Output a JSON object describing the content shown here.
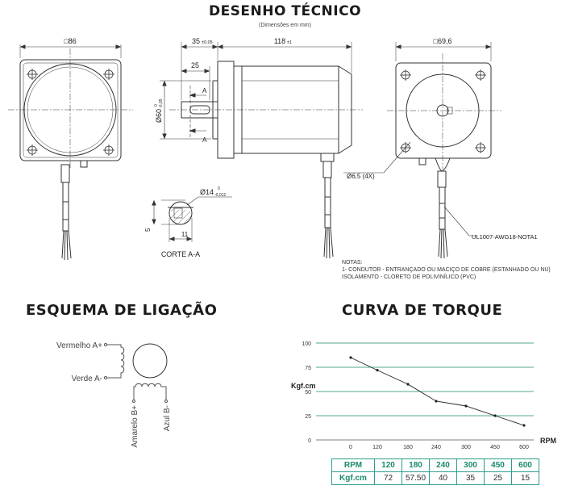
{
  "headings": {
    "technical_drawing": "DESENHO TÉCNICO",
    "subtitle": "(Dimensões em mm)",
    "wiring": "ESQUEMA DE LIGAÇÃO",
    "torque": "CURVA DE TORQUE"
  },
  "drawing": {
    "front_width": "□86",
    "shaft_ext": "35",
    "shaft_ext_tol": "±0,05",
    "body_len": "118",
    "body_len_tol": "±1",
    "key_len": "25",
    "section_mark": "A",
    "pilot_dia": "Ø60",
    "pilot_tol_upper": "0",
    "pilot_tol_lower": "-0,05",
    "rear_width": "□69,6",
    "hole_dia": "Ø6,5 (4X)",
    "cable_label": "UL1007-AWG18-NOTA1",
    "shaft_dia": "Ø14",
    "shaft_tol_upper": "0",
    "shaft_tol_lower": "-0,012",
    "flat_dim": "5",
    "shaft_width": "11",
    "section_label": "CORTE A-A"
  },
  "notes": {
    "title": "NOTAS:",
    "line1": "1- CONDUTOR - ENTRANÇADO OU MACIÇO DE COBRE (ESTANHADO OU NU)",
    "line2": "ISOLAMENTO - CLORETO DE POLIVINÍLICO (PVC)"
  },
  "wiring": {
    "a_plus": "Vermelho A+",
    "a_minus": "Verde A-",
    "b_plus": "Amarelo B+",
    "b_minus": "Azul B-"
  },
  "chart_data": {
    "type": "line",
    "ylabel": "Kgf.cm",
    "xlabel": "RPM",
    "y_ticks": [
      0,
      25,
      50,
      75,
      100
    ],
    "x_ticks": [
      "0",
      "120",
      "180",
      "240",
      "300",
      "450",
      "600"
    ],
    "ylim": [
      0,
      100
    ],
    "grid": true,
    "series": [
      {
        "values": [
          85,
          72,
          57.5,
          40,
          35,
          25,
          15
        ]
      }
    ],
    "line_color": "#222222",
    "grid_color": "#1a8a6e"
  },
  "table": {
    "header_label": "RPM",
    "value_label": "Kgf.cm",
    "rpm": [
      "120",
      "180",
      "240",
      "300",
      "450",
      "600"
    ],
    "kgf": [
      "72",
      "57.50",
      "40",
      "35",
      "25",
      "15"
    ]
  }
}
